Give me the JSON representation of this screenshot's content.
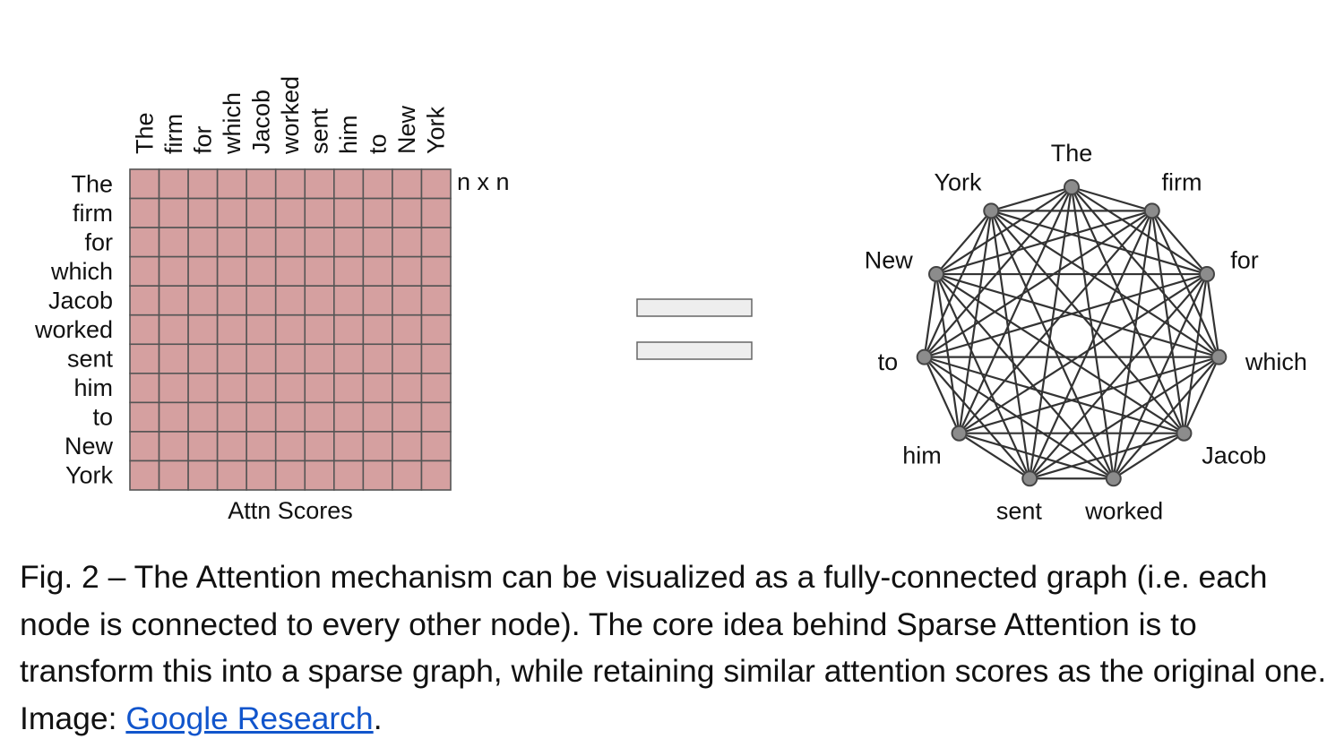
{
  "tokens": [
    "The",
    "firm",
    "for",
    "which",
    "Jacob",
    "worked",
    "sent",
    "him",
    "to",
    "New",
    "York"
  ],
  "matrix": {
    "size_label": "n x n",
    "xlabel": "Attn Scores",
    "cell_color": "#d5a0a0"
  },
  "equals_symbol": "=",
  "caption": {
    "text": "Fig. 2 – The Attention mechanism can be visualized as a fully-connected graph (i.e. each node is connected to every other node). The core idea behind Sparse Attention is to transform this into a sparse graph, while retaining similar attention scores as the original one. Image: ",
    "link_text": "Google Research",
    "end": "."
  },
  "colors": {
    "link": "#1155cc",
    "node": "#8c8c8c",
    "edge": "#333333"
  }
}
